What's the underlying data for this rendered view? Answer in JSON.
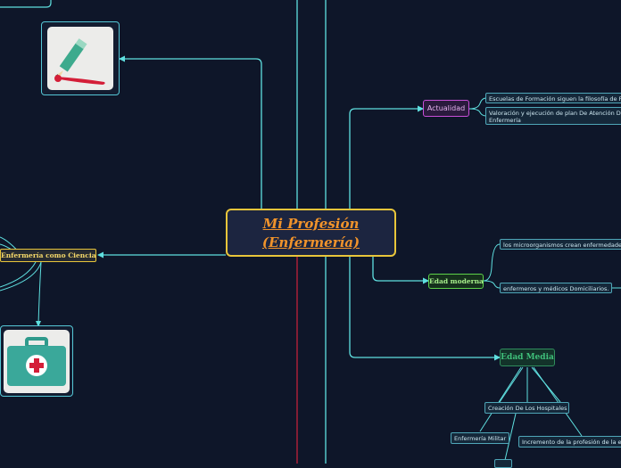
{
  "central": {
    "line1": "Mi Profesión",
    "line2": "(Enfermería)"
  },
  "topics": {
    "actualidad": "Actualidad",
    "edad_moderna": "Edad moderna",
    "edad_media": "Edad Media",
    "ciencia": "Enfermería como Ciencia"
  },
  "actualidad_items": [
    "Escuelas de Formación siguen la filosofía de F",
    "Valoración y ejecución de plan De Atención D",
    "Enfermería"
  ],
  "moderna_items": [
    "los microorganismos crean enfermedade",
    "enfermeros y médicos Domiciliarios."
  ],
  "media_items": {
    "hospitales": "Creación De Los Hospitales",
    "militar": "Enfermería Militar",
    "incremento": "Incremento de la profesión de la e"
  },
  "icons": [
    "pencil-icon",
    "first-aid-kit-icon"
  ],
  "colors": {
    "background": "#0e1629",
    "central_border": "#e8c53a",
    "central_text": "#f0932b",
    "connector": "#5fe0e0",
    "actualidad": "#c84fd8",
    "moderna": "#5ed14a",
    "media": "#2f8d5c"
  }
}
